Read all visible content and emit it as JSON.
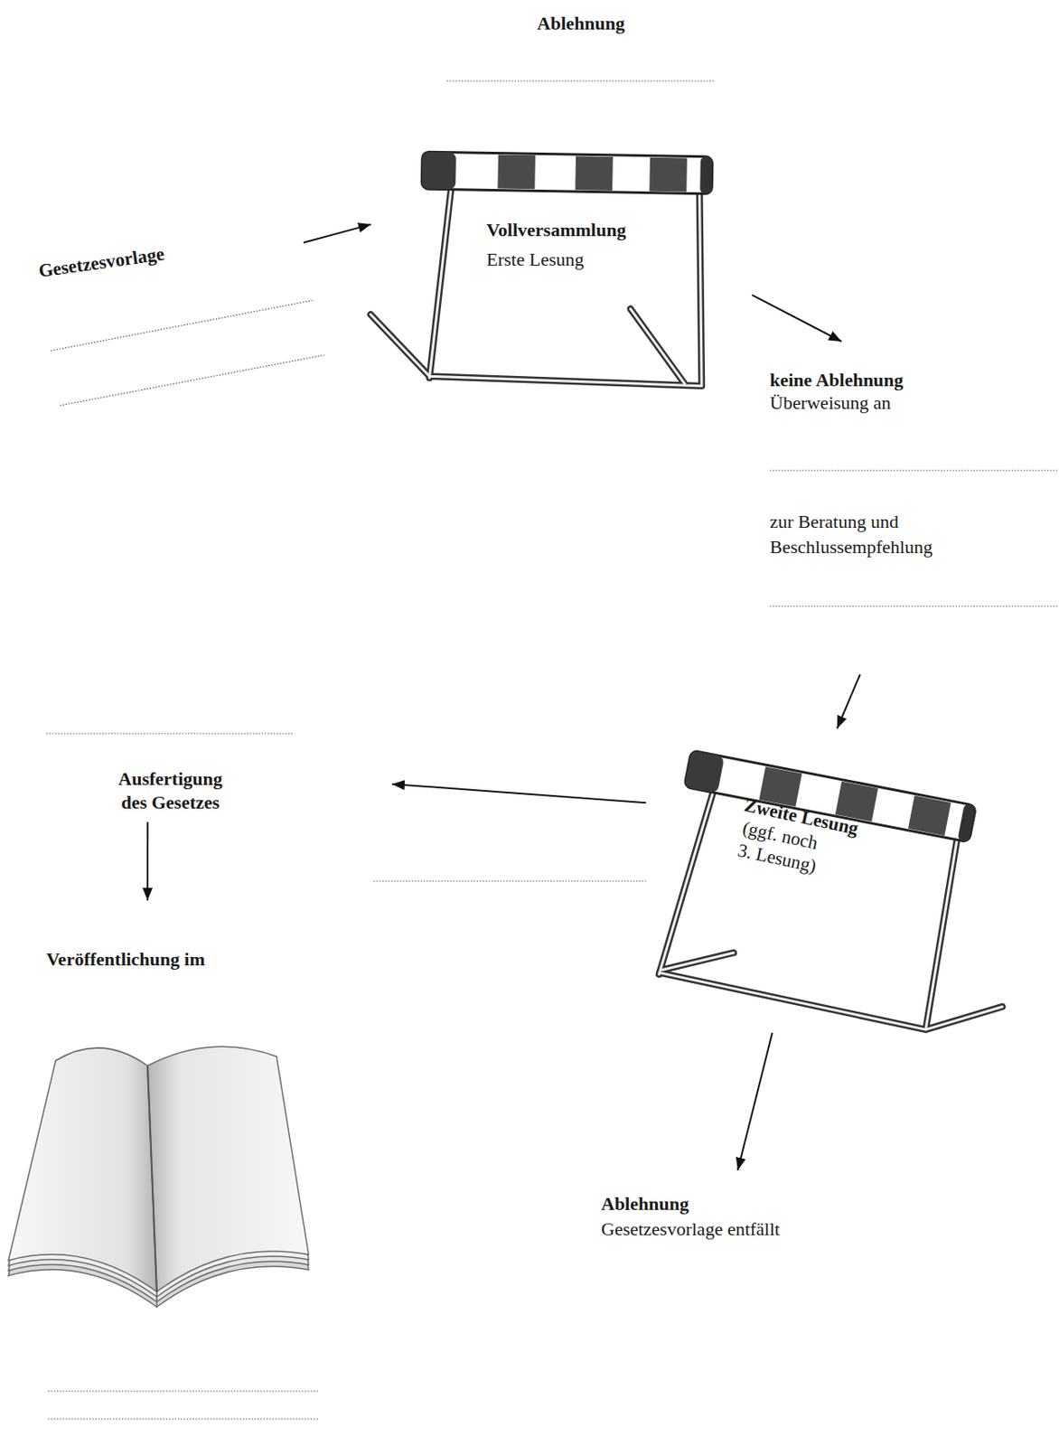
{
  "diagram": {
    "nodes": [
      {
        "text": [
          "Ablehnung"
        ]
      },
      {
        "text": [
          "Gesetzesvorlage"
        ]
      },
      {
        "text": [
          "Vollversammlung",
          "Erste Lesung"
        ]
      },
      {
        "text": [
          "keine Ablehnung",
          "Überweisung an",
          "zur Beratung und Beschlussempfehlung"
        ]
      },
      {
        "text": [
          "Zweite Lesung",
          "(ggf. noch 3. Lesung)"
        ]
      },
      {
        "text": [
          "Ausfertigung des Gesetzes"
        ]
      },
      {
        "text": [
          "Veröffentlichung im"
        ]
      },
      {
        "text": [
          "Ablehnung",
          "Gesetzesvorlage entfällt"
        ]
      }
    ],
    "edges": [
      {
        "from": 1,
        "to": 2,
        "arrow": "to"
      },
      {
        "from": 2,
        "to": 3,
        "arrow": "to"
      },
      {
        "from": 3,
        "to": 4,
        "arrow": "to"
      },
      {
        "from": 4,
        "to": 5,
        "arrow": "to"
      },
      {
        "from": 5,
        "to": 6,
        "arrow": "to"
      },
      {
        "from": 4,
        "to": 7,
        "arrow": "to"
      }
    ]
  }
}
